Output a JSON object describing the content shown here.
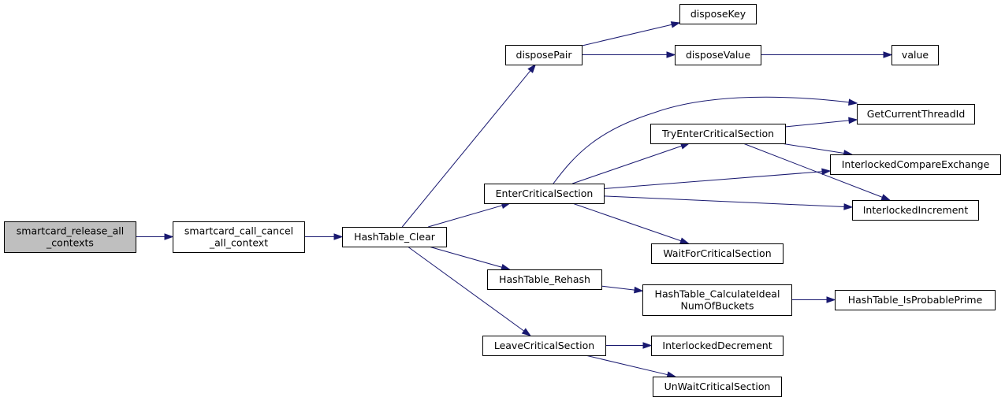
{
  "colors": {
    "node_fill": "#ffffff",
    "root_fill": "#bfbfbf",
    "node_border": "#000000",
    "edge": "#191970"
  },
  "nodes": [
    {
      "id": "smartcard_release_all_contexts",
      "lines": [
        "smartcard_release_all",
        "_contexts"
      ],
      "root": true
    },
    {
      "id": "smartcard_call_cancel_all_context",
      "lines": [
        "smartcard_call_cancel",
        "_all_context"
      ]
    },
    {
      "id": "HashTable_Clear",
      "lines": [
        "HashTable_Clear"
      ]
    },
    {
      "id": "disposePair",
      "lines": [
        "disposePair"
      ]
    },
    {
      "id": "disposeKey",
      "lines": [
        "disposeKey"
      ]
    },
    {
      "id": "disposeValue",
      "lines": [
        "disposeValue"
      ]
    },
    {
      "id": "value",
      "lines": [
        "value"
      ]
    },
    {
      "id": "GetCurrentThreadId",
      "lines": [
        "GetCurrentThreadId"
      ]
    },
    {
      "id": "TryEnterCriticalSection",
      "lines": [
        "TryEnterCriticalSection"
      ]
    },
    {
      "id": "InterlockedCompareExchange",
      "lines": [
        "InterlockedCompareExchange"
      ]
    },
    {
      "id": "EnterCriticalSection",
      "lines": [
        "EnterCriticalSection"
      ]
    },
    {
      "id": "InterlockedIncrement",
      "lines": [
        "InterlockedIncrement"
      ]
    },
    {
      "id": "WaitForCriticalSection",
      "lines": [
        "WaitForCriticalSection"
      ]
    },
    {
      "id": "HashTable_Rehash",
      "lines": [
        "HashTable_Rehash"
      ]
    },
    {
      "id": "HashTable_CalculateIdealNumOfBuckets",
      "lines": [
        "HashTable_CalculateIdeal",
        "NumOfBuckets"
      ]
    },
    {
      "id": "HashTable_IsProbablePrime",
      "lines": [
        "HashTable_IsProbablePrime"
      ]
    },
    {
      "id": "LeaveCriticalSection",
      "lines": [
        "LeaveCriticalSection"
      ]
    },
    {
      "id": "InterlockedDecrement",
      "lines": [
        "InterlockedDecrement"
      ]
    },
    {
      "id": "UnWaitCriticalSection",
      "lines": [
        "UnWaitCriticalSection"
      ]
    }
  ],
  "edges": [
    {
      "from": "smartcard_release_all_contexts",
      "to": "smartcard_call_cancel_all_context"
    },
    {
      "from": "smartcard_call_cancel_all_context",
      "to": "HashTable_Clear"
    },
    {
      "from": "HashTable_Clear",
      "to": "disposePair"
    },
    {
      "from": "HashTable_Clear",
      "to": "EnterCriticalSection"
    },
    {
      "from": "HashTable_Clear",
      "to": "HashTable_Rehash"
    },
    {
      "from": "HashTable_Clear",
      "to": "LeaveCriticalSection"
    },
    {
      "from": "disposePair",
      "to": "disposeKey"
    },
    {
      "from": "disposePair",
      "to": "disposeValue"
    },
    {
      "from": "disposeValue",
      "to": "value"
    },
    {
      "from": "EnterCriticalSection",
      "to": "GetCurrentThreadId"
    },
    {
      "from": "EnterCriticalSection",
      "to": "TryEnterCriticalSection"
    },
    {
      "from": "EnterCriticalSection",
      "to": "InterlockedCompareExchange"
    },
    {
      "from": "EnterCriticalSection",
      "to": "InterlockedIncrement"
    },
    {
      "from": "EnterCriticalSection",
      "to": "WaitForCriticalSection"
    },
    {
      "from": "TryEnterCriticalSection",
      "to": "GetCurrentThreadId"
    },
    {
      "from": "TryEnterCriticalSection",
      "to": "InterlockedCompareExchange"
    },
    {
      "from": "TryEnterCriticalSection",
      "to": "InterlockedIncrement"
    },
    {
      "from": "HashTable_Rehash",
      "to": "HashTable_CalculateIdealNumOfBuckets"
    },
    {
      "from": "HashTable_CalculateIdealNumOfBuckets",
      "to": "HashTable_IsProbablePrime"
    },
    {
      "from": "LeaveCriticalSection",
      "to": "InterlockedDecrement"
    },
    {
      "from": "LeaveCriticalSection",
      "to": "UnWaitCriticalSection"
    }
  ]
}
